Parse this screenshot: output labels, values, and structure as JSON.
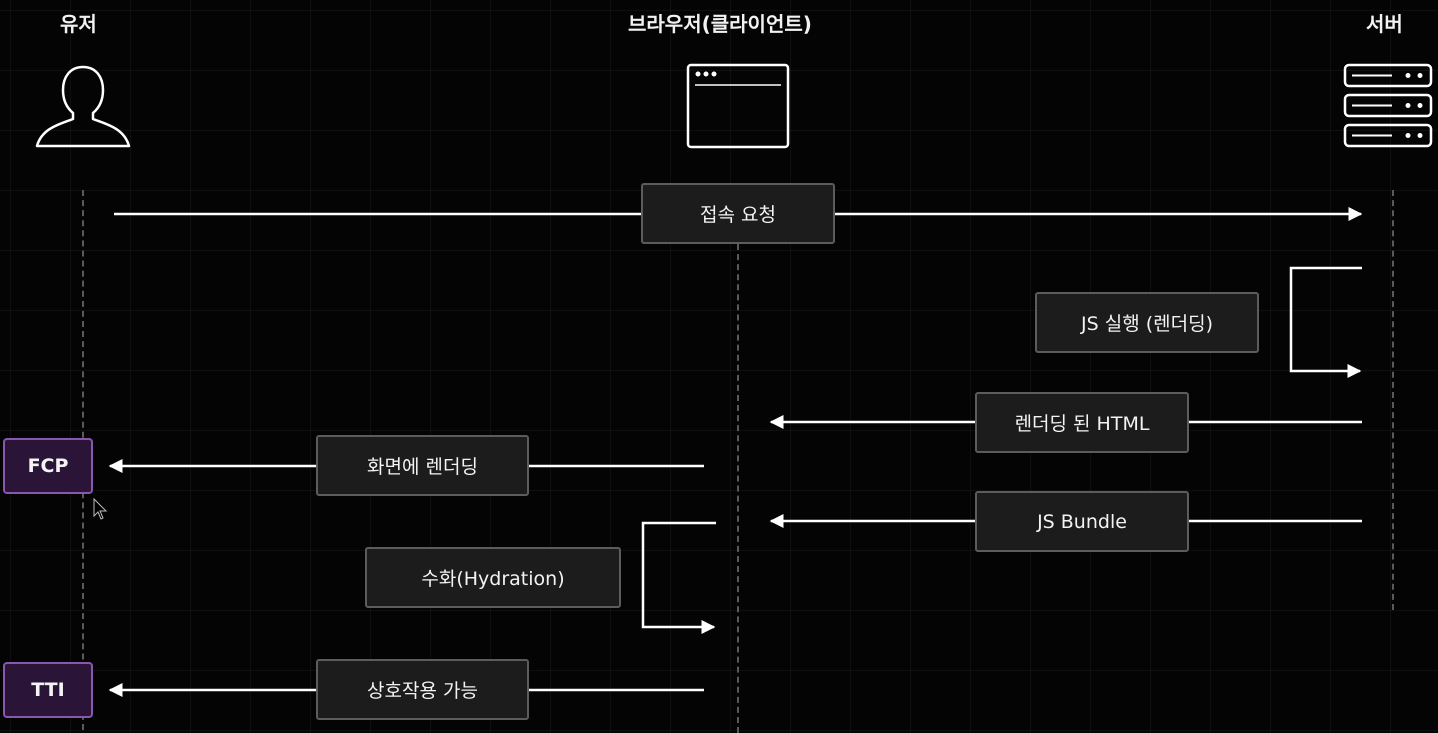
{
  "actors": {
    "user": {
      "label": "유저",
      "icon": "user-icon"
    },
    "browser": {
      "label": "브라우저(클라이언트)",
      "icon": "browser-window-icon"
    },
    "server": {
      "label": "서버",
      "icon": "server-icon"
    }
  },
  "messages": {
    "connect_request": "접속 요청",
    "js_execute": "JS 실행 (렌더딩)",
    "rendered_html": "렌더딩 된 HTML",
    "render_to_screen": "화면에 렌더딩",
    "js_bundle": "JS Bundle",
    "hydration": "수화(Hydration)",
    "interactive": "상호작용 가능"
  },
  "milestones": {
    "fcp": "FCP",
    "tti": "TTI"
  },
  "colors": {
    "background": "#040404",
    "line": "#ffffff",
    "milestone_border": "#8a56b2",
    "milestone_fill": "#2a1538",
    "box_fill": "#1c1c1c",
    "box_border": "#5c5c5c"
  }
}
